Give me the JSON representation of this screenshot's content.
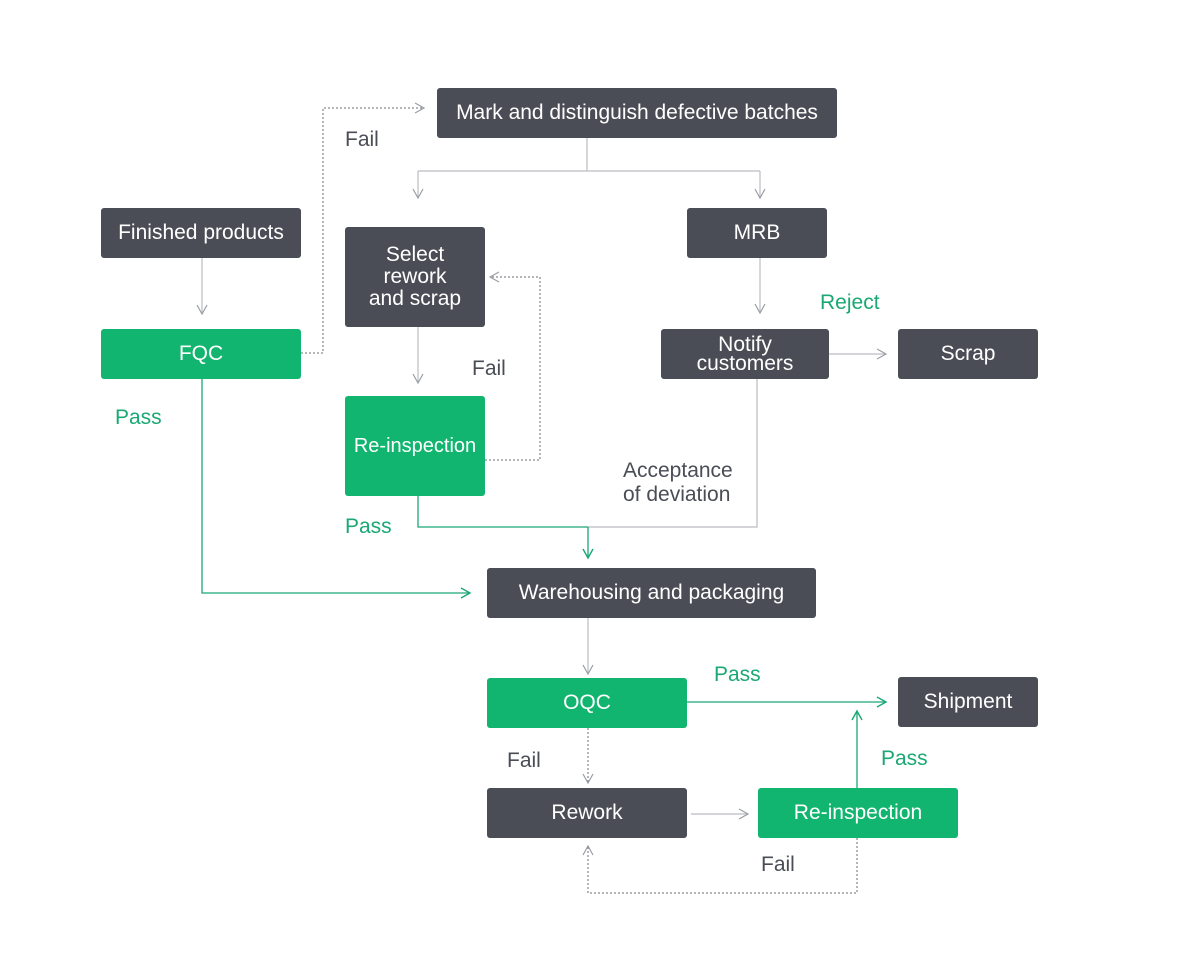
{
  "nodes": {
    "mark": "Mark and distinguish defective batches",
    "finished": "Finished products",
    "select_line1": "Select",
    "select_line2": "rework",
    "select_line3": "and scrap",
    "mrb": "MRB",
    "fqc": "FQC",
    "notify_line1": "Notify",
    "notify_line2": "customers",
    "scrap": "Scrap",
    "reinspection_top": "Re-inspection",
    "warehousing": "Warehousing and packaging",
    "oqc": "OQC",
    "shipment": "Shipment",
    "rework": "Rework",
    "reinspection_bottom": "Re-inspection"
  },
  "labels": {
    "fail_fqc": "Fail",
    "pass_fqc": "Pass",
    "fail_reinspection_top": "Fail",
    "pass_reinspection_top": "Pass",
    "reject": "Reject",
    "acceptance_line1": "Acceptance",
    "acceptance_line2": "of deviation",
    "pass_oqc": "Pass",
    "fail_oqc": "Fail",
    "pass_reinspection_bottom": "Pass",
    "fail_reinspection_bottom": "Fail"
  },
  "colors": {
    "dark_node": "#4a4d55",
    "green_node": "#11b56f",
    "connector_gray": "#b9bcc1",
    "connector_green": "#1aa874"
  }
}
